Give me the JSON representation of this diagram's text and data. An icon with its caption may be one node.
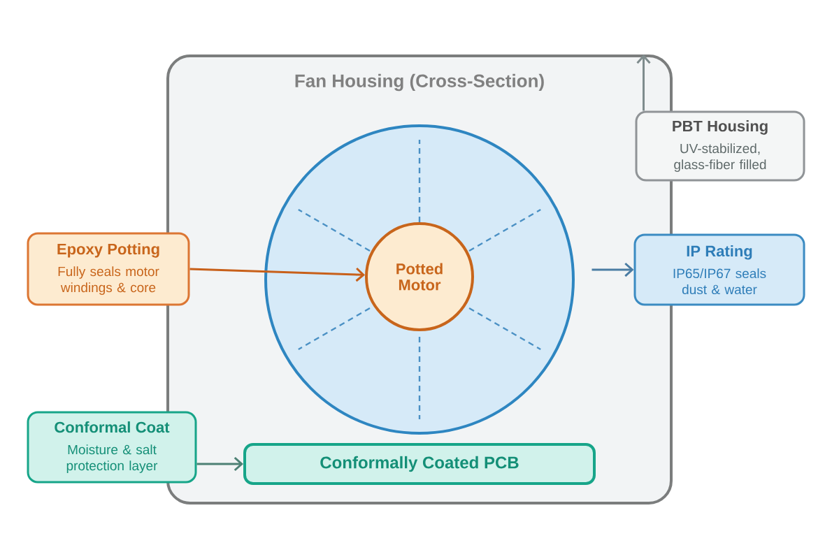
{
  "diagram": {
    "nodes": [
      {
        "text": [
          "Fan Housing (Cross-Section)"
        ]
      },
      {
        "text": [],
        "shape": "circle",
        "in": 0
      },
      {
        "text": [
          "Potted Motor"
        ],
        "in": 1
      },
      {
        "text": [
          "Conformally Coated PCB"
        ],
        "in": 0
      },
      {
        "text": [
          "PBT Housing",
          "UV-stabilized, glass-fiber filled"
        ]
      },
      {
        "text": [
          "Epoxy Potting",
          "Fully seals motor windings & core"
        ]
      },
      {
        "text": [
          "IP Rating",
          "IP65/IP67 seals dust & water"
        ]
      },
      {
        "text": [
          "Conformal Coat",
          "Moisture & salt protection layer"
        ]
      }
    ],
    "edges": [
      {
        "from": 5,
        "to": 2,
        "arrow": "to",
        "color": "#c8601a"
      },
      {
        "from": 4,
        "to": 0,
        "arrow": "to",
        "color": "#7f8c8d"
      },
      {
        "from": null,
        "to": 6,
        "arrow": "to",
        "color": "#4a7ca3"
      },
      {
        "from": 7,
        "to": 3,
        "arrow": "to",
        "color": "#4d8074"
      }
    ]
  }
}
